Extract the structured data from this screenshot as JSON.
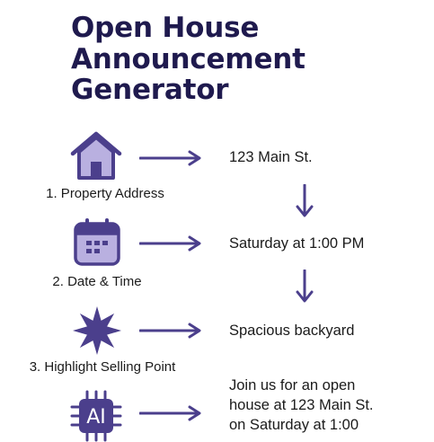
{
  "title": {
    "line1": "Open House",
    "line2": "Announcement",
    "line3": "Generator"
  },
  "colors": {
    "title": "#1f1a4e",
    "accent_dark": "#4b3f8c",
    "accent_light": "#b9b0e0",
    "text": "#1b1b1b"
  },
  "steps": [
    {
      "label": "1. Property Address",
      "icon": "house-icon",
      "output": "123 Main St."
    },
    {
      "label": "2. Date & Time",
      "icon": "calendar-icon",
      "output": "Saturday at 1:00 PM"
    },
    {
      "label": "3. Highlight Selling Point",
      "icon": "starburst-icon",
      "output": "Spacious backyard"
    },
    {
      "label": "",
      "icon": "ai-chip-icon",
      "chip_text": "AI"
    }
  ],
  "result": {
    "line1": "Join us for an open",
    "line2": "house at 123 Main St.",
    "line3": "on Saturday at 1:00"
  }
}
